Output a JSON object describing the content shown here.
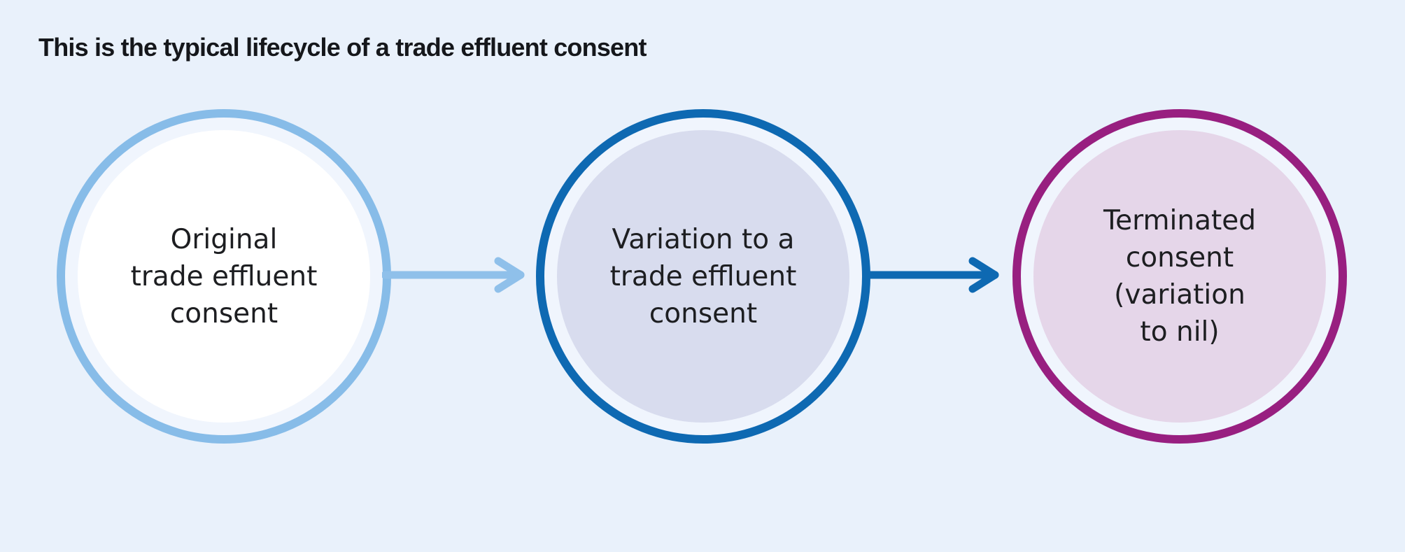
{
  "page": {
    "background_color": "#e9f1fb",
    "title": "This is the typical lifecycle of a trade effluent consent",
    "title_color": "#15171b"
  },
  "diagram": {
    "text_color": "#1d1e21",
    "gap_color": "#f0f5fd",
    "nodes": [
      {
        "name": "original-consent",
        "label": "Original\ntrade effluent\nconsent",
        "ring_color": "#87bce8",
        "fill_color": "#ffffff"
      },
      {
        "name": "variation-consent",
        "label": "Variation to a\ntrade effluent\nconsent",
        "ring_color": "#0e69b2",
        "fill_color": "#d8dcee"
      },
      {
        "name": "terminated-consent",
        "label": "Terminated\nconsent\n(variation\nto nil)",
        "ring_color": "#981f80",
        "fill_color": "#e5d6e9"
      }
    ],
    "arrows": [
      {
        "name": "arrow-original-to-variation",
        "color": "#8fc0ea"
      },
      {
        "name": "arrow-variation-to-terminated",
        "color": "#0e69b2"
      }
    ]
  }
}
